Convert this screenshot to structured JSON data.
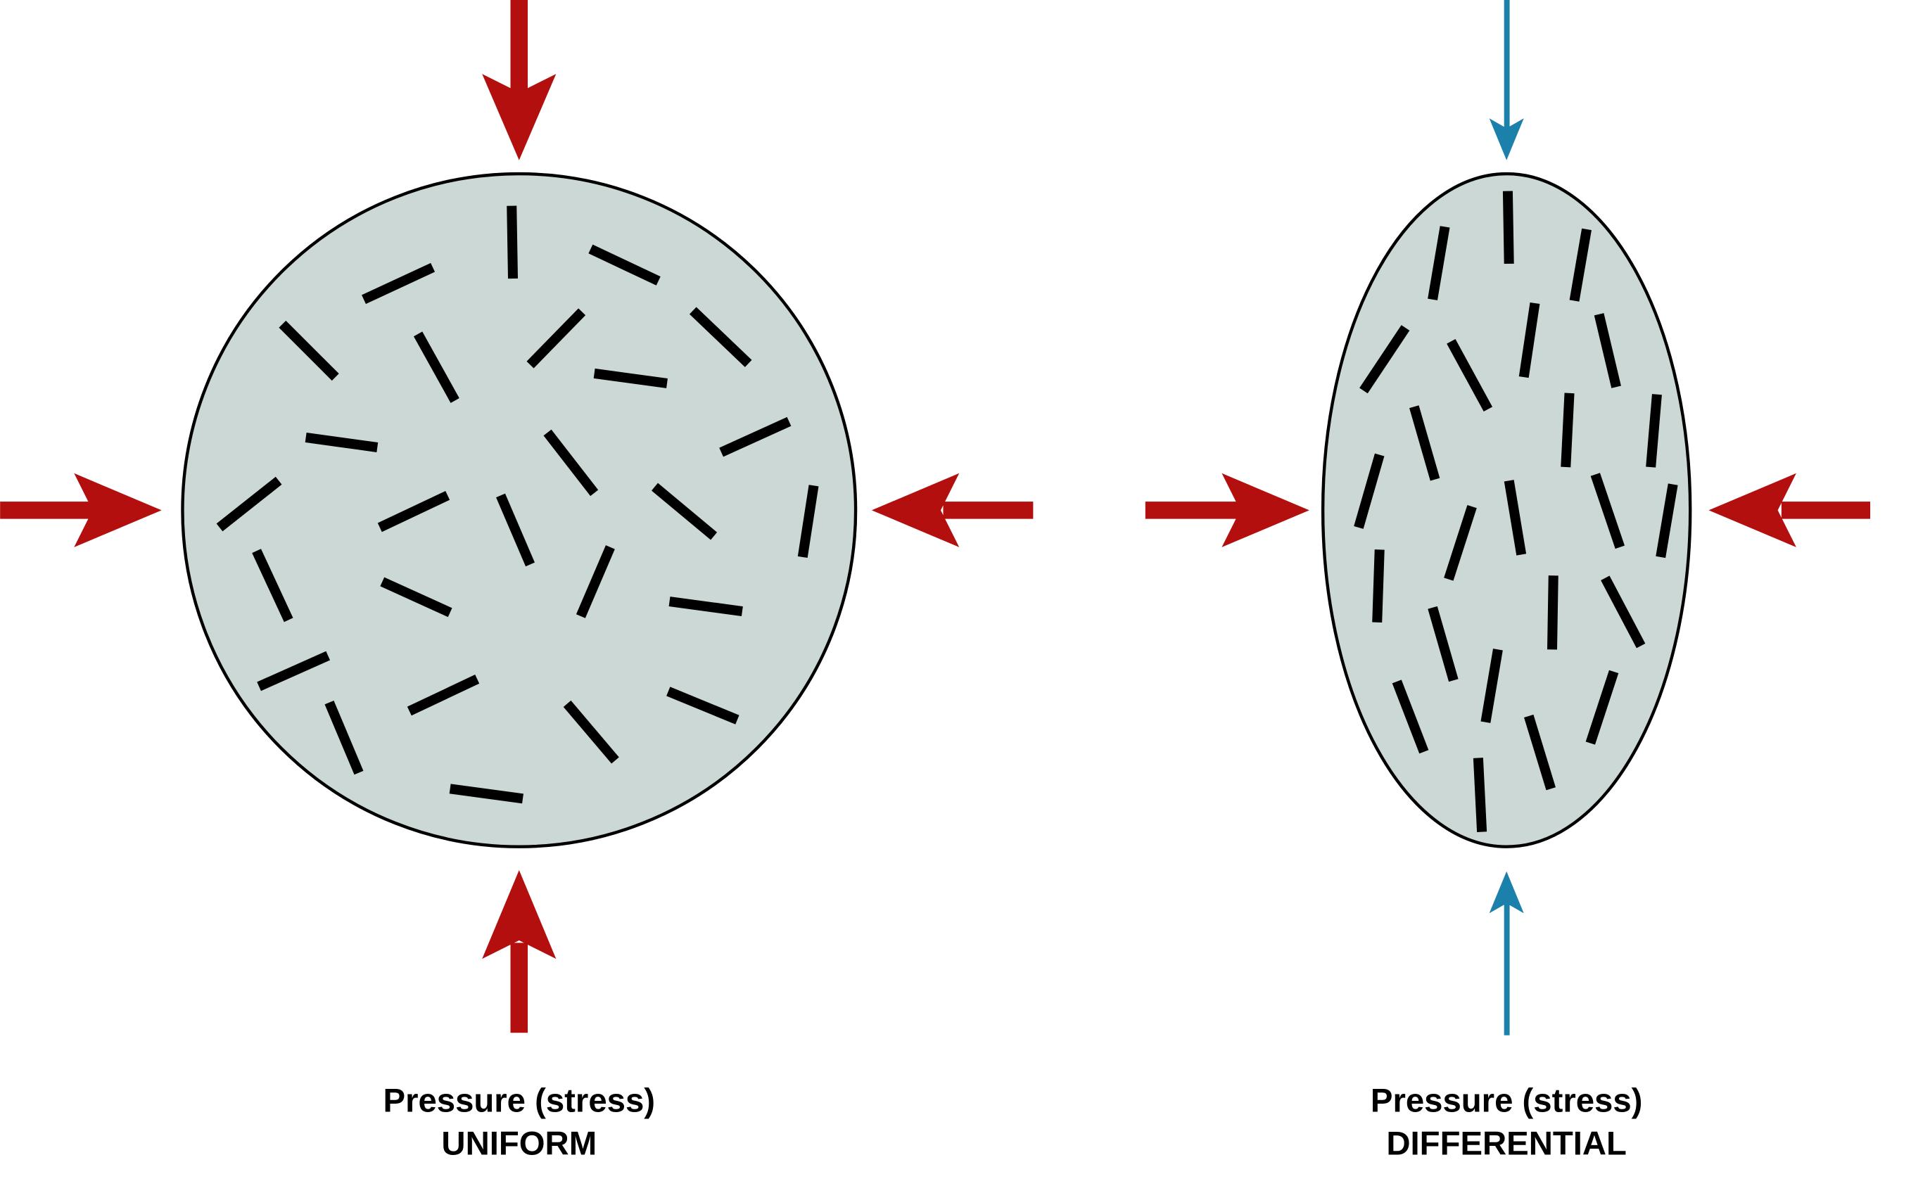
{
  "colors": {
    "compression_arrow": "#b30f0f",
    "minor_arrow": "#1b80aa",
    "rock_fill": "#cbd8d6",
    "mineral_grain": "#000000"
  },
  "left_diagram": {
    "label_line1": "Pressure (stress)",
    "label_line2": "UNIFORM"
  },
  "right_diagram": {
    "label_line1": "Pressure (stress)",
    "label_line2": "DIFFERENTIAL"
  }
}
